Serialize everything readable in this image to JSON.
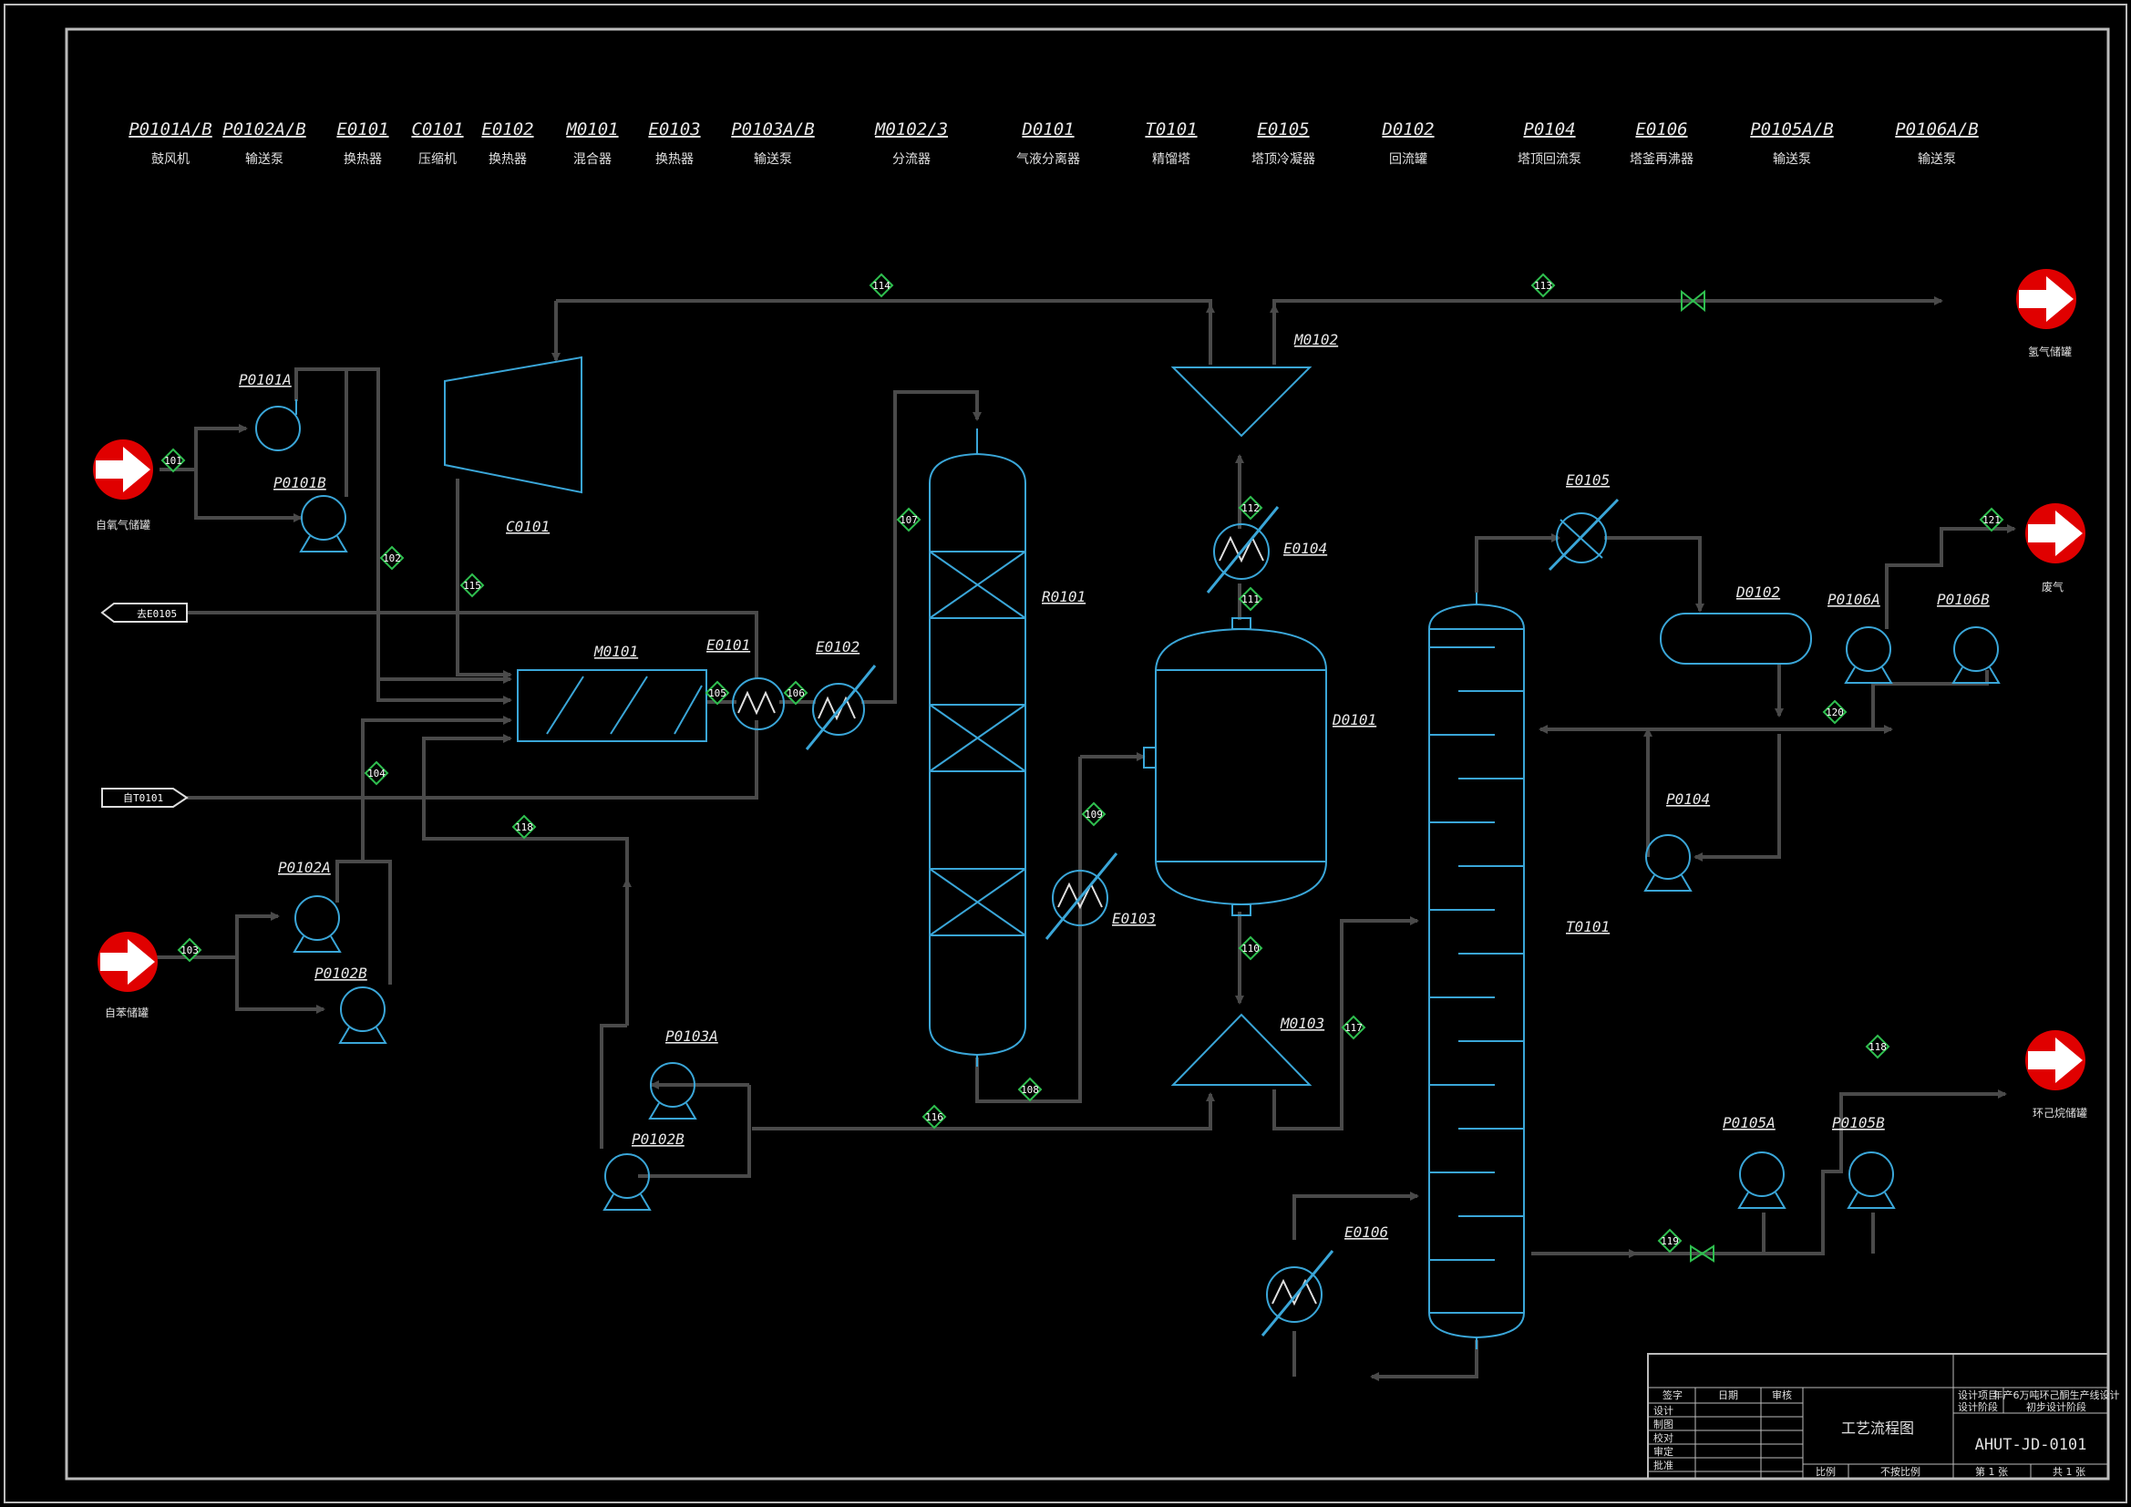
{
  "legend": [
    {
      "tag": "P0101A/B",
      "name": "鼓风机"
    },
    {
      "tag": "P0102A/B",
      "name": "输送泵"
    },
    {
      "tag": "E0101",
      "name": "换热器"
    },
    {
      "tag": "C0101",
      "name": "压缩机"
    },
    {
      "tag": "E0102",
      "name": "换热器"
    },
    {
      "tag": "M0101",
      "name": "混合器"
    },
    {
      "tag": "E0103",
      "name": "换热器"
    },
    {
      "tag": "P0103A/B",
      "name": "输送泵"
    },
    {
      "tag": "M0102/3",
      "name": "分流器"
    },
    {
      "tag": "D0101",
      "name": "气液分离器"
    },
    {
      "tag": "T0101",
      "name": "精馏塔"
    },
    {
      "tag": "E0105",
      "name": "塔顶冷凝器"
    },
    {
      "tag": "D0102",
      "name": "回流罐"
    },
    {
      "tag": "P0104",
      "name": "塔顶回流泵"
    },
    {
      "tag": "E0106",
      "name": "塔釜再沸器"
    },
    {
      "tag": "P0105A/B",
      "name": "输送泵"
    },
    {
      "tag": "P0106A/B",
      "name": "输送泵"
    }
  ],
  "sources": {
    "air": "自氧气储罐",
    "feed": "自苯储罐",
    "offgas": "氢气储罐",
    "waste": "废气",
    "product": "环己烷储罐"
  },
  "equipment_labels": {
    "p0101a": "P0101A",
    "p0101b": "P0101B",
    "c0101": "C0101",
    "m0101": "M0101",
    "e0101": "E0101",
    "e0102": "E0102",
    "r0101": "R0101",
    "m0102": "M0102",
    "e0104": "E0104",
    "d0101": "D0101",
    "e0103": "E0103",
    "m0103": "M0103",
    "p0102a": "P0102A",
    "p0102b": "P0102B",
    "p0103a": "P0103A",
    "p0103b": "P0102B",
    "e0105": "E0105",
    "d0102": "D0102",
    "p0106a": "P0106A",
    "p0106b": "P0106B",
    "p0104": "P0104",
    "t0101": "T0101",
    "e0106": "E0106",
    "p0105a": "P0105A",
    "p0105b": "P0105B"
  },
  "utility_tags": {
    "top": "去E0105",
    "bottom": "自T0101"
  },
  "streams": [
    "101",
    "102",
    "103",
    "104",
    "105",
    "106",
    "107",
    "108",
    "109",
    "110",
    "111",
    "112",
    "113",
    "114",
    "115",
    "116",
    "117",
    "118",
    "118",
    "119",
    "120",
    "121"
  ],
  "title_block": {
    "rows": [
      "审核",
      "设计",
      "制图",
      "校对",
      "审定",
      "批准"
    ],
    "col_sign": "签字",
    "col_date": "日期",
    "drawing_name": "工艺流程图",
    "project_label": "设计项目",
    "project": "年产6万吨环己酮生产线设计",
    "stage_label": "设计阶段",
    "stage": "初步设计阶段",
    "drawing_no": "AHUT-JD-0101",
    "scale_label": "比例",
    "scale": "不按比例",
    "sheet": "第 1 张",
    "total": "共 1 张"
  }
}
